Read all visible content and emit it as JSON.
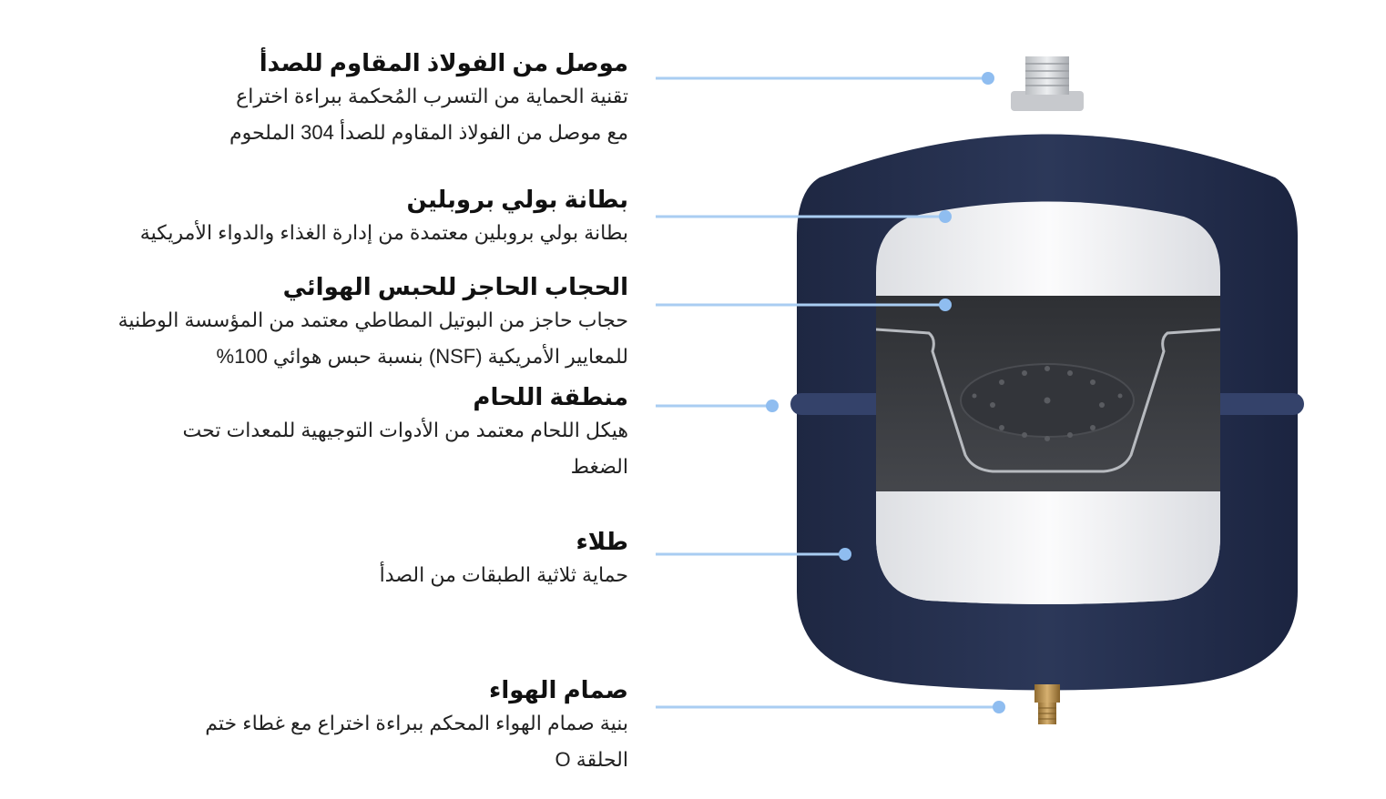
{
  "callouts": [
    {
      "id": "connector",
      "title": "موصل من الفولاذ المقاوم للصدأ",
      "desc_lines": [
        "تقنية الحماية من التسرب المُحكمة ببراءة اختراع",
        "مع موصل من الفولاذ المقاوم للصدأ 304 الملحوم"
      ]
    },
    {
      "id": "liner",
      "title": "بطانة بولي بروبلين",
      "desc_lines": [
        "بطانة بولي بروبلين معتمدة من إدارة الغذاء والدواء الأمريكية"
      ]
    },
    {
      "id": "diaphragm",
      "title": "الحجاب الحاجز للحبس الهوائي",
      "desc_lines": [
        "حجاب حاجز من البوتيل المطاطي معتمد من المؤسسة الوطنية",
        "للمعايير الأمريكية (NSF) بنسبة حبس هوائي 100%"
      ]
    },
    {
      "id": "weld",
      "title": "منطقة اللحام",
      "desc_lines": [
        "هيكل اللحام معتمد من الأدوات التوجيهية للمعدات تحت",
        "الضغط"
      ]
    },
    {
      "id": "coating",
      "title": "طلاء",
      "desc_lines": [
        "حماية ثلاثية الطبقات من الصدأ"
      ]
    },
    {
      "id": "air-valve",
      "title": "صمام الهواء",
      "desc_lines": [
        "بنية صمام الهواء المحكم ببراءة اختراع مع غطاء ختم",
        "الحلقة O"
      ]
    }
  ],
  "colors": {
    "tank_body": "#2a3555",
    "tank_band": "#34426a",
    "liner": "#f0f1f3",
    "diaphragm": "#3b3d42",
    "leader_line": "#a9cdf2",
    "leader_dot": "#8fbdf0",
    "connector": "#d4d6d9",
    "brass_valve": "#b8924f"
  },
  "icons": [
    "expansion-tank-illustration"
  ]
}
